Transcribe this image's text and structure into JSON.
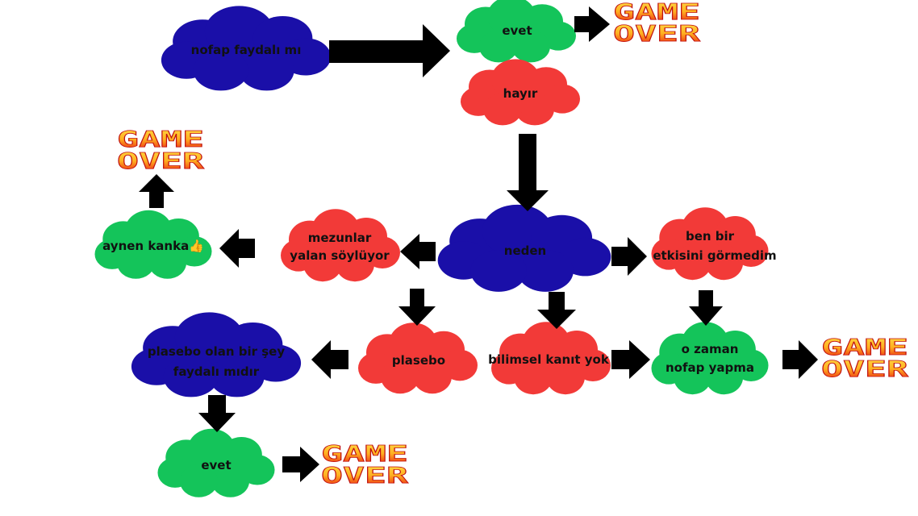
{
  "colors": {
    "blue": "#1a0fa8",
    "green": "#14c45a",
    "red": "#f23a38",
    "arrow": "#000000",
    "game_over_top": "#ffd21a",
    "game_over_bottom": "#e81010"
  },
  "nodes": {
    "question": "nofap faydalı mı",
    "yes_top": "evet",
    "no_top": "hayır",
    "why": "neden",
    "graduates_line1": "mezunlar",
    "graduates_line2": "yalan söylüyor",
    "agree": "aynen kanka👍",
    "no_effect_line1": "ben bir",
    "no_effect_line2": "etkisini görmedim",
    "placebo": "plasebo",
    "no_evidence": "bilimsel kanıt yok",
    "then_line1": "o zaman",
    "then_line2": "nofap yapma",
    "placebo_useful_line1": "plasebo olan bir şey",
    "placebo_useful_line2": "faydalı mıdır",
    "yes_bottom": "evet"
  },
  "game_over": {
    "line1": "GAME",
    "line2": "OVER"
  }
}
